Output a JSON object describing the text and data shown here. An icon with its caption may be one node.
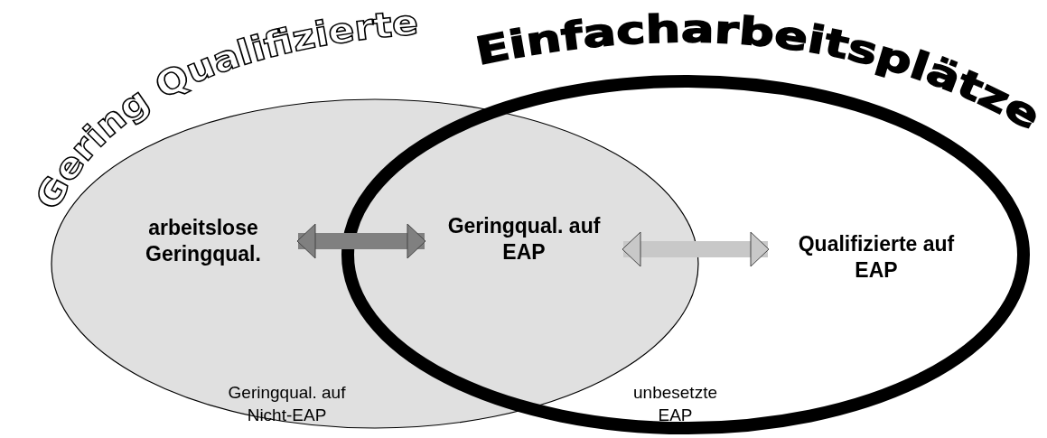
{
  "diagram": {
    "nodes": [
      {
        "text": [
          "Gering Qualifizierte"
        ]
      },
      {
        "text": [
          "Einfacharbeitsplätze"
        ]
      },
      {
        "text": [
          "arbeitslose Geringqual."
        ],
        "in": 0
      },
      {
        "text": [
          "Geringqual. auf EAP"
        ]
      },
      {
        "text": [
          "Qualifizierte auf EAP"
        ],
        "in": 1
      }
    ],
    "edges": [
      {
        "from": 2,
        "to": 3,
        "arrow": "both",
        "color": "#808080"
      },
      {
        "from": 3,
        "to": 4,
        "arrow": "both",
        "color": "#c8c8c8"
      }
    ],
    "labels": [
      "Geringqual. auf Nicht-EAP",
      "unbesetzte EAP"
    ]
  }
}
